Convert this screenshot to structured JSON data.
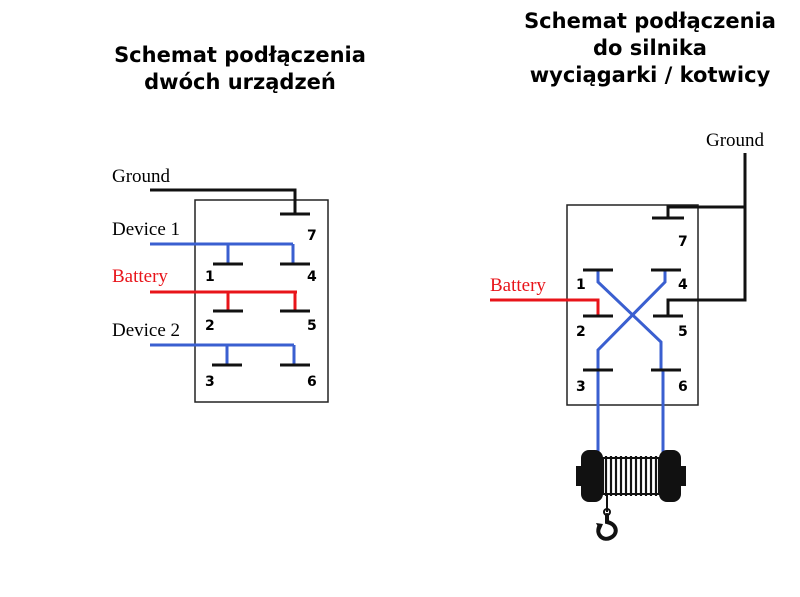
{
  "left_diagram": {
    "title_line1": "Schemat podłączenia",
    "title_line2": "dwóch urządzeń",
    "labels": {
      "ground": "Ground",
      "device1": "Device 1",
      "battery": "Battery",
      "device2": "Device 2"
    },
    "terminals": [
      "7",
      "1",
      "4",
      "2",
      "5",
      "3",
      "6"
    ]
  },
  "right_diagram": {
    "title_line1": "Schemat podłączenia",
    "title_line2": "do silnika",
    "title_line3": "wyciągarki / kotwicy",
    "labels": {
      "ground": "Ground",
      "battery": "Battery"
    },
    "terminals": [
      "7",
      "1",
      "4",
      "2",
      "5",
      "3",
      "6"
    ]
  },
  "colors": {
    "ground_wire": "#111111",
    "battery_wire": "#e8141a",
    "device_wire": "#3a5fd0",
    "battery_label": "#e8141a"
  },
  "icons": [
    "winch-drum-icon",
    "hook-icon"
  ]
}
